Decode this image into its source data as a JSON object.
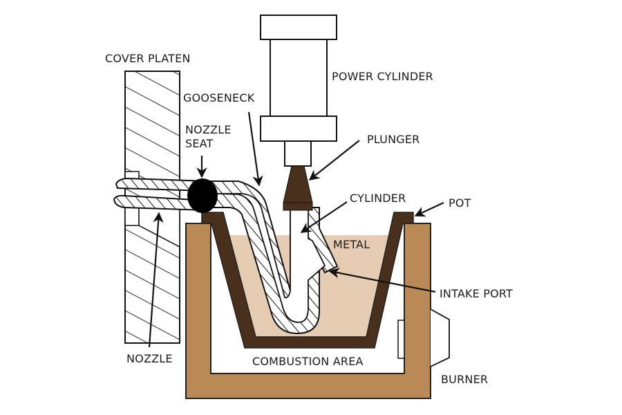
{
  "title": "Hot-chamber die casting machine",
  "colors": {
    "furnace": "#b98a55",
    "pot": "#48301c",
    "metal": "#e5ccb3",
    "plunger": "#48301c",
    "line": "#111111",
    "nozzle_seat": "#000000"
  },
  "labels": {
    "cover_platen": "COVER PLATEN",
    "gooseneck": "GOOSENECK",
    "nozzle_seat_1": "NOZZLE",
    "nozzle_seat_2": "SEAT",
    "power_cylinder": "POWER CYLINDER",
    "plunger": "PLUNGER",
    "cylinder": "CYLINDER",
    "pot": "POT",
    "metal": "METAL",
    "intake_port": "INTAKE PORT",
    "nozzle": "NOZZLE",
    "combustion_area": "COMBUSTION AREA",
    "burner": "BURNER"
  }
}
